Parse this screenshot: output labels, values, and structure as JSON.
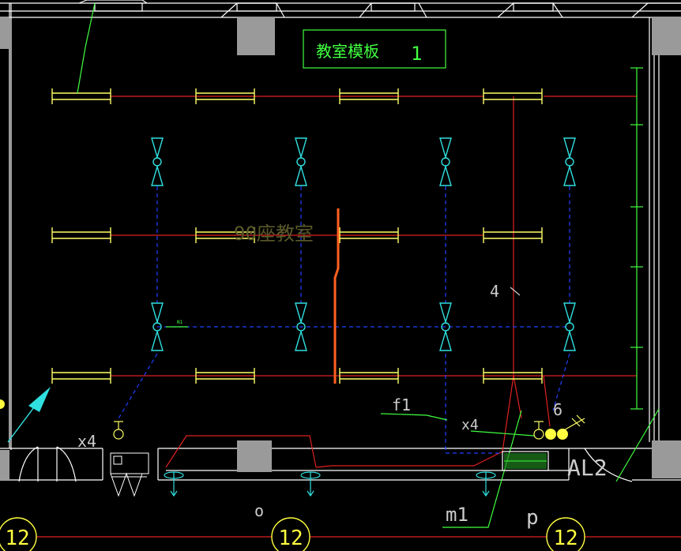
{
  "title_block": {
    "name": "教室模板",
    "number": "1"
  },
  "room_label": "90座教室",
  "wire_labels": {
    "count_4": "4",
    "f1": "f1",
    "x4_left": "x4",
    "x4_right": "x4",
    "six": "6",
    "m1": "m1",
    "panel": "AL2",
    "axis_o": "o",
    "axis_p": "p",
    "tiny": "N1"
  },
  "axis_bubbles": [
    "12",
    "12",
    "12"
  ],
  "colors": {
    "background": "#000000",
    "wall": "#ffffff",
    "column": "#9a9a9a",
    "lamp": "#ffff66",
    "circuit_red": "#e02020",
    "fan_cyan": "#30e0e0",
    "fan_link_blue": "#2040ff",
    "text_green": "#40ff40",
    "bubble_yellow": "#ffff40",
    "orange_stroke": "#ff6020"
  }
}
